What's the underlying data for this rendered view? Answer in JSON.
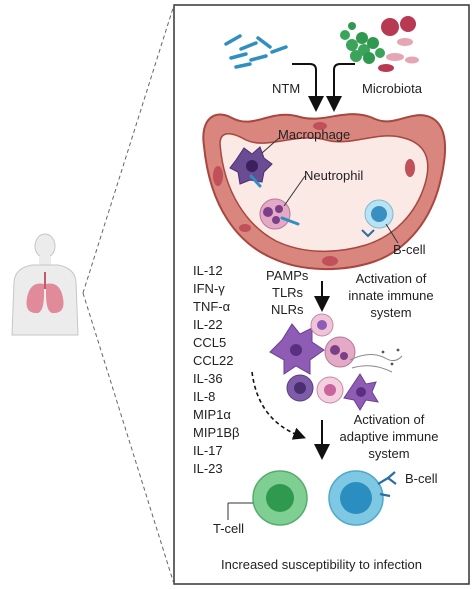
{
  "labels": {
    "ntm": "NTM",
    "microbiota": "Microbiota",
    "macrophage": "Macrophage",
    "neutrophil": "Neutrophil",
    "bcell_top": "B-cell",
    "pamps": "PAMPs",
    "tlrs": "TLRs",
    "nlrs": "NLRs",
    "innate_line1": "Activation of",
    "innate_line2": "innate immune",
    "innate_line3": "system",
    "adaptive_line1": "Activation of",
    "adaptive_line2": "adaptive immune",
    "adaptive_line3": "system",
    "tcell": "T-cell",
    "bcell_bottom": "B-cell",
    "footer": "Increased susceptibility to infection"
  },
  "cytokines": [
    "IL-12",
    "IFN-γ",
    "TNF-α",
    "IL-22",
    "CCL5",
    "CCL22",
    "IL-36",
    "IL-8",
    "MIP1α",
    "MIP1Bβ",
    "IL-17",
    "IL-23"
  ],
  "colors": {
    "border": "#333333",
    "alveolus_wall": "#d9867f",
    "alveolus_outline": "#a8463f",
    "alveolus_lumen": "#fbe9e6",
    "ntm_bacteria": "#2f8fc0",
    "microbiota_green": "#3aa55a",
    "microbiota_red": "#b83a52",
    "tcell_outer": "#7fcf93",
    "tcell_inner": "#2f9a4f",
    "bcell_outer": "#7fc8e3",
    "bcell_inner": "#2a8fc0",
    "innate_purple": "#8e5cb5",
    "innate_pink": "#e4a9c4",
    "arrow": "#111111"
  },
  "icons": [
    "human-body-icon",
    "lungs-icon",
    "ntm-bacteria-icon",
    "microbiota-icon",
    "alveolus-icon",
    "macrophage-icon",
    "neutrophil-icon",
    "b-cell-icon",
    "innate-immune-cells-icon",
    "t-cell-icon",
    "b-cell-antibody-icon"
  ]
}
